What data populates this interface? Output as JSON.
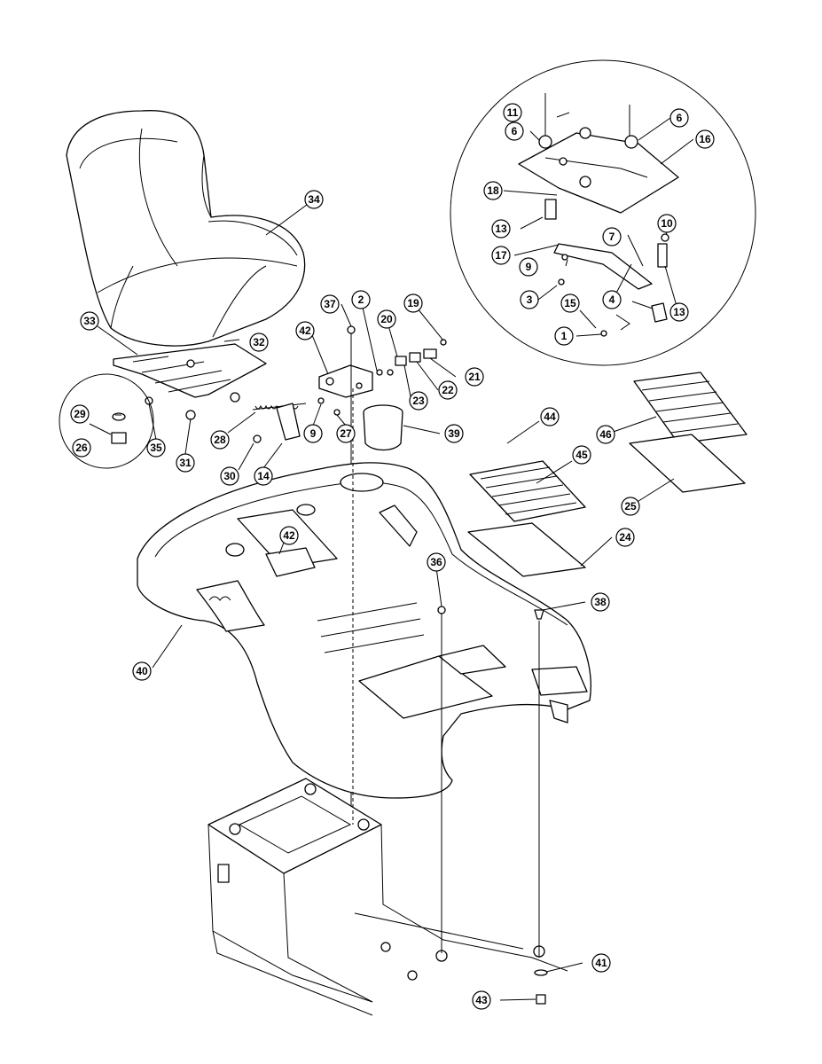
{
  "diagram": {
    "callouts": [
      "1",
      "2",
      "3",
      "4",
      "6",
      "6",
      "7",
      "9",
      "9",
      "10",
      "11",
      "13",
      "13",
      "14",
      "15",
      "16",
      "17",
      "18",
      "19",
      "20",
      "21",
      "22",
      "23",
      "24",
      "25",
      "26",
      "27",
      "28",
      "29",
      "30",
      "31",
      "32",
      "33",
      "34",
      "35",
      "36",
      "37",
      "38",
      "39",
      "40",
      "41",
      "42",
      "42",
      "43",
      "44",
      "45",
      "46"
    ]
  }
}
